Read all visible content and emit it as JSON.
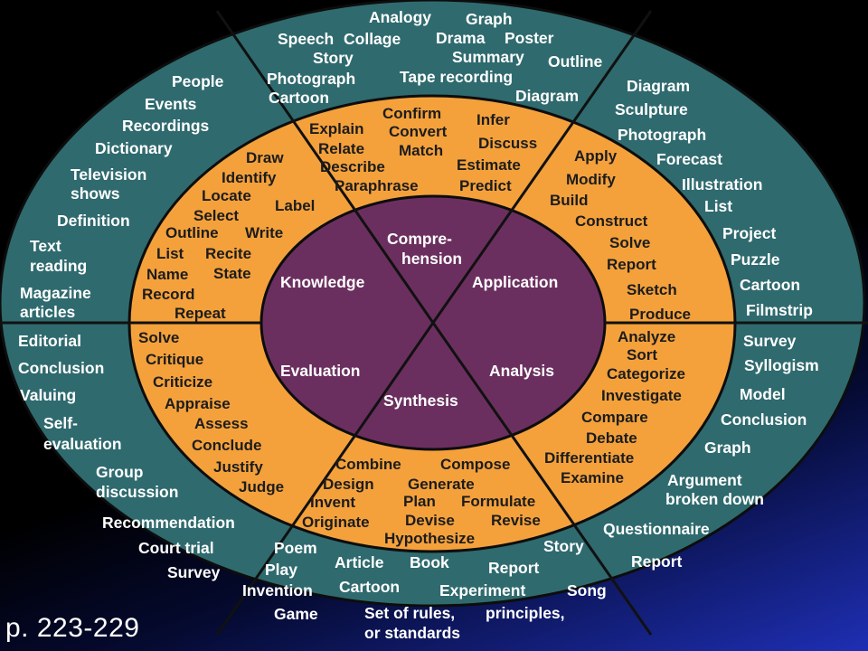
{
  "categories": [
    {
      "key": "knowledge",
      "label": "Knowledge",
      "verbs": [
        "Draw",
        "Identify",
        "Locate",
        "Label",
        "Select",
        "Outline",
        "Write",
        "List",
        "Recite",
        "Name",
        "State",
        "Record",
        "Repeat"
      ],
      "products": [
        "People",
        "Events",
        "Recordings",
        "Dictionary",
        "Television",
        "shows",
        "Definition",
        "Text",
        "reading",
        "Magazine",
        "articles"
      ]
    },
    {
      "key": "comprehension",
      "label_lines": [
        "Compre-",
        "hension"
      ],
      "verbs": [
        "Confirm",
        "Explain",
        "Convert",
        "Infer",
        "Relate",
        "Match",
        "Discuss",
        "Describe",
        "Estimate",
        "Paraphrase",
        "Predict"
      ],
      "products": [
        "Analogy",
        "Graph",
        "Speech",
        "Collage",
        "Drama",
        "Poster",
        "Story",
        "Summary",
        "Outline",
        "Photograph",
        "Tape recording",
        "Cartoon",
        "Diagram"
      ]
    },
    {
      "key": "application",
      "label": "Application",
      "verbs": [
        "Apply",
        "Modify",
        "Build",
        "Construct",
        "Solve",
        "Report",
        "Sketch",
        "Produce"
      ],
      "products": [
        "Diagram",
        "Sculpture",
        "Photograph",
        "Forecast",
        "Illustration",
        "List",
        "Project",
        "Puzzle",
        "Cartoon",
        "Filmstrip"
      ]
    },
    {
      "key": "analysis",
      "label": "Analysis",
      "verbs": [
        "Analyze",
        "Sort",
        "Categorize",
        "Investigate",
        "Compare",
        "Debate",
        "Differentiate",
        "Examine"
      ],
      "products": [
        "Survey",
        "Syllogism",
        "Model",
        "Conclusion",
        "Graph",
        "Argument",
        "broken down",
        "Questionnaire",
        "Report"
      ]
    },
    {
      "key": "synthesis",
      "label": "Synthesis",
      "verbs": [
        "Combine",
        "Compose",
        "Design",
        "Generate",
        "Invent",
        "Plan",
        "Formulate",
        "Originate",
        "Devise",
        "Revise",
        "Hypothesize"
      ],
      "products": [
        "Poem",
        "Story",
        "Play",
        "Article",
        "Book",
        "Report",
        "Invention",
        "Cartoon",
        "Experiment",
        "Song",
        "Game",
        "Set of rules,",
        "principles,",
        "or standards"
      ]
    },
    {
      "key": "evaluation",
      "label": "Evaluation",
      "verbs": [
        "Solve",
        "Critique",
        "Criticize",
        "Appraise",
        "Assess",
        "Conclude",
        "Justify",
        "Judge"
      ],
      "products": [
        "Editorial",
        "Conclusion",
        "Valuing",
        "Self-",
        "evaluation",
        "Group",
        "discussion",
        "Recommendation",
        "Court trial",
        "Survey"
      ]
    }
  ],
  "colors": {
    "outer_ring": "#2f6a6e",
    "middle_ring": "#f4a13c",
    "center": "#6b2f5f",
    "divider": "#111111"
  },
  "page_ref": "p. 223-229"
}
